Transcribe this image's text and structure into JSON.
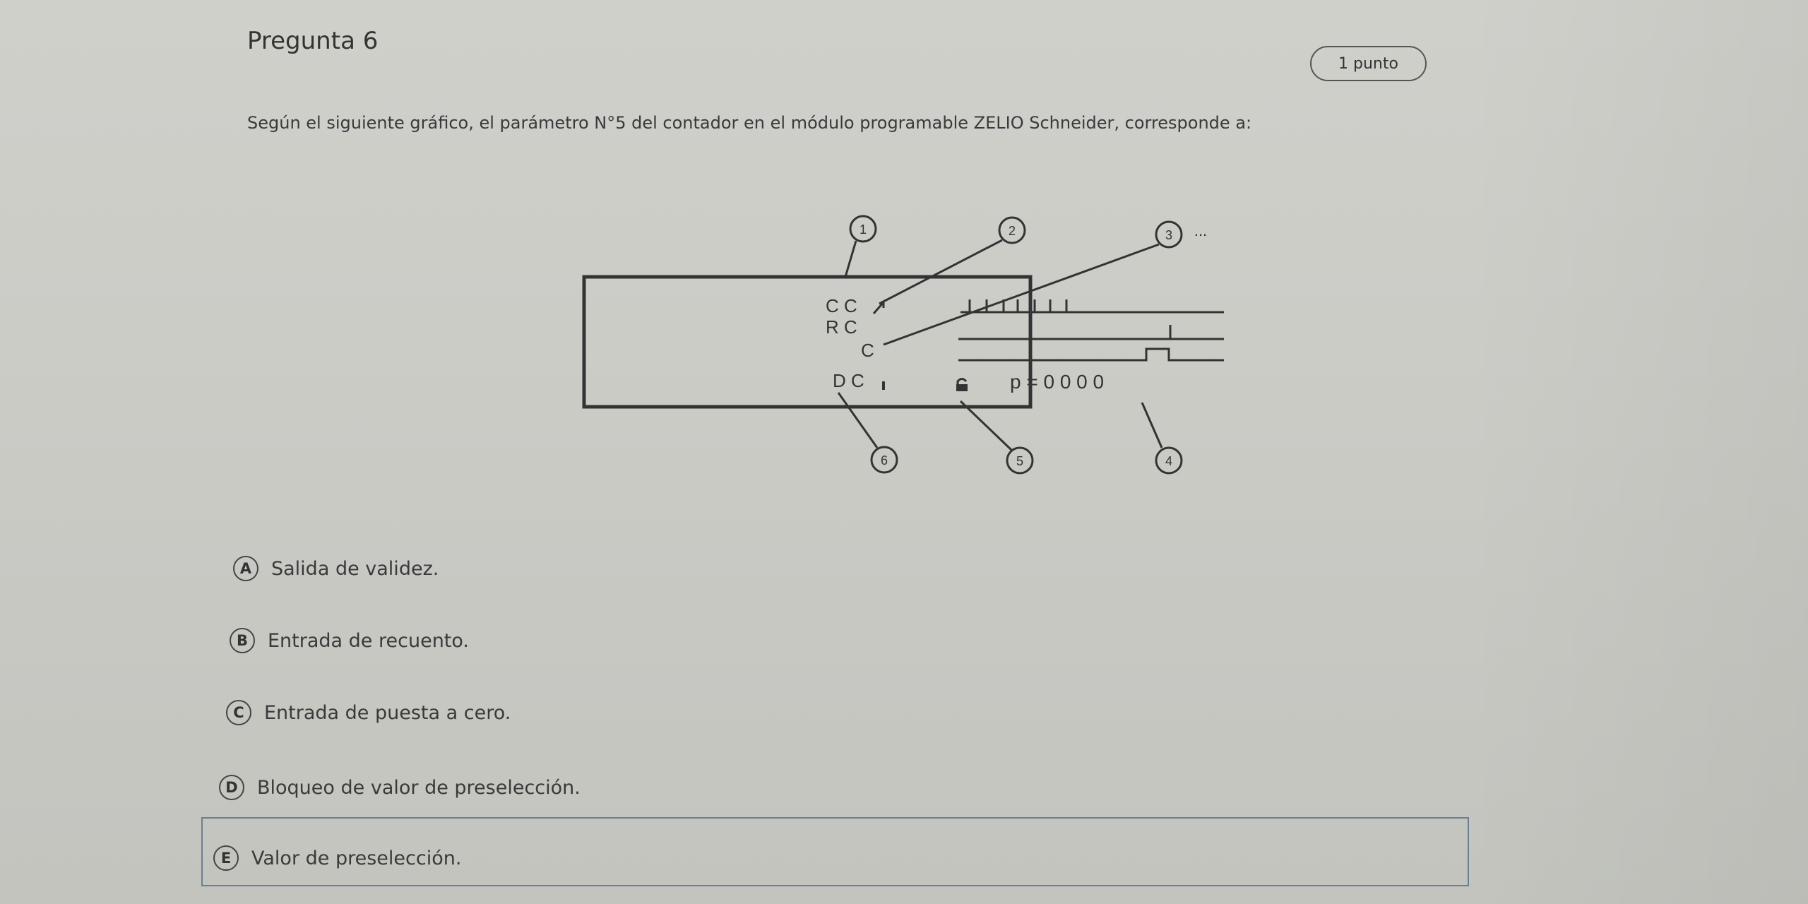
{
  "question": {
    "title": "Pregunta 6",
    "points": "1 punto",
    "text": "Según el siguiente gráfico, el parámetro N°5 del contador en el módulo programable ZELIO Schneider, corresponde a:"
  },
  "diagram": {
    "callouts_top": [
      "1",
      "2",
      "3"
    ],
    "ellipsis": "...",
    "callouts_bottom": [
      "6",
      "5",
      "4"
    ],
    "row_labels": [
      "C C",
      "R C",
      "C",
      "D C"
    ],
    "preset_display": "p = 0 0 0 0"
  },
  "options": [
    {
      "letter": "A",
      "text": "Salida de validez."
    },
    {
      "letter": "B",
      "text": "Entrada de recuento."
    },
    {
      "letter": "C",
      "text": "Entrada de puesta a cero."
    },
    {
      "letter": "D",
      "text": "Bloqueo de valor de preselección."
    },
    {
      "letter": "E",
      "text": "Valor de preselección."
    }
  ],
  "selected_option": "E"
}
